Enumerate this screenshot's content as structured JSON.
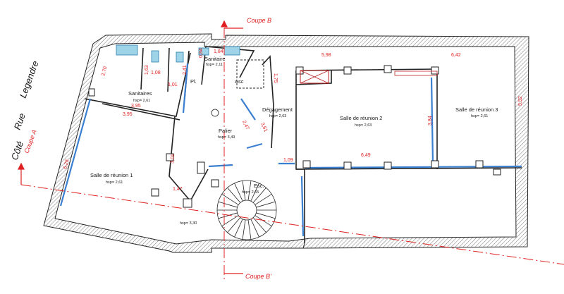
{
  "street": {
    "line1": "Côté",
    "line2": "Rue",
    "line3": "Legendre"
  },
  "cuts": {
    "coupe_a": "Coupe A",
    "coupe_b": "Coupe B",
    "coupe_b_prime": "Coupe B'"
  },
  "rooms": {
    "sanitaires": {
      "name": "Sanitaires",
      "hsp": "hsp= 2,61"
    },
    "sanitaire": {
      "name": "Sanitaire",
      "hsp": "hsp= 2,11"
    },
    "pl": {
      "name": "Pl."
    },
    "asc": {
      "name": "Asc"
    },
    "degagement": {
      "name": "Dégagement",
      "hsp": "hsp= 2,63"
    },
    "reunion2": {
      "name": "Salle de réunion 2",
      "hsp": "hsp= 2,63"
    },
    "reunion3": {
      "name": "Salle de réunion 3",
      "hsp": "hsp= 2,61"
    },
    "palier": {
      "name": "Palier",
      "hsp": "hsp= 3,49"
    },
    "reunion1": {
      "name": "Salle de réunion 1",
      "hsp": "hsp= 2,61"
    },
    "esc": {
      "name": "Esc.",
      "hsp": "hsp= 2,65"
    },
    "hsp330": {
      "hsp": "hsp= 3,30"
    }
  },
  "dimensions": {
    "d270": "2,70",
    "d163": "1,63",
    "d108": "1,08",
    "d241": "2,41",
    "d101": "1,01",
    "d084": "0,84",
    "d184": "1,84",
    "d175": "1,75",
    "d598": "5,98",
    "d642": "6,42",
    "d552": "5,52",
    "d395a": "3,95",
    "d395b": "3,95",
    "d247": "2,47",
    "d361": "3,61",
    "d384": "3,84",
    "d628": "6,28",
    "d301": "3,01",
    "d147": "1,47",
    "d109": "1,09",
    "d649": "6,49"
  }
}
